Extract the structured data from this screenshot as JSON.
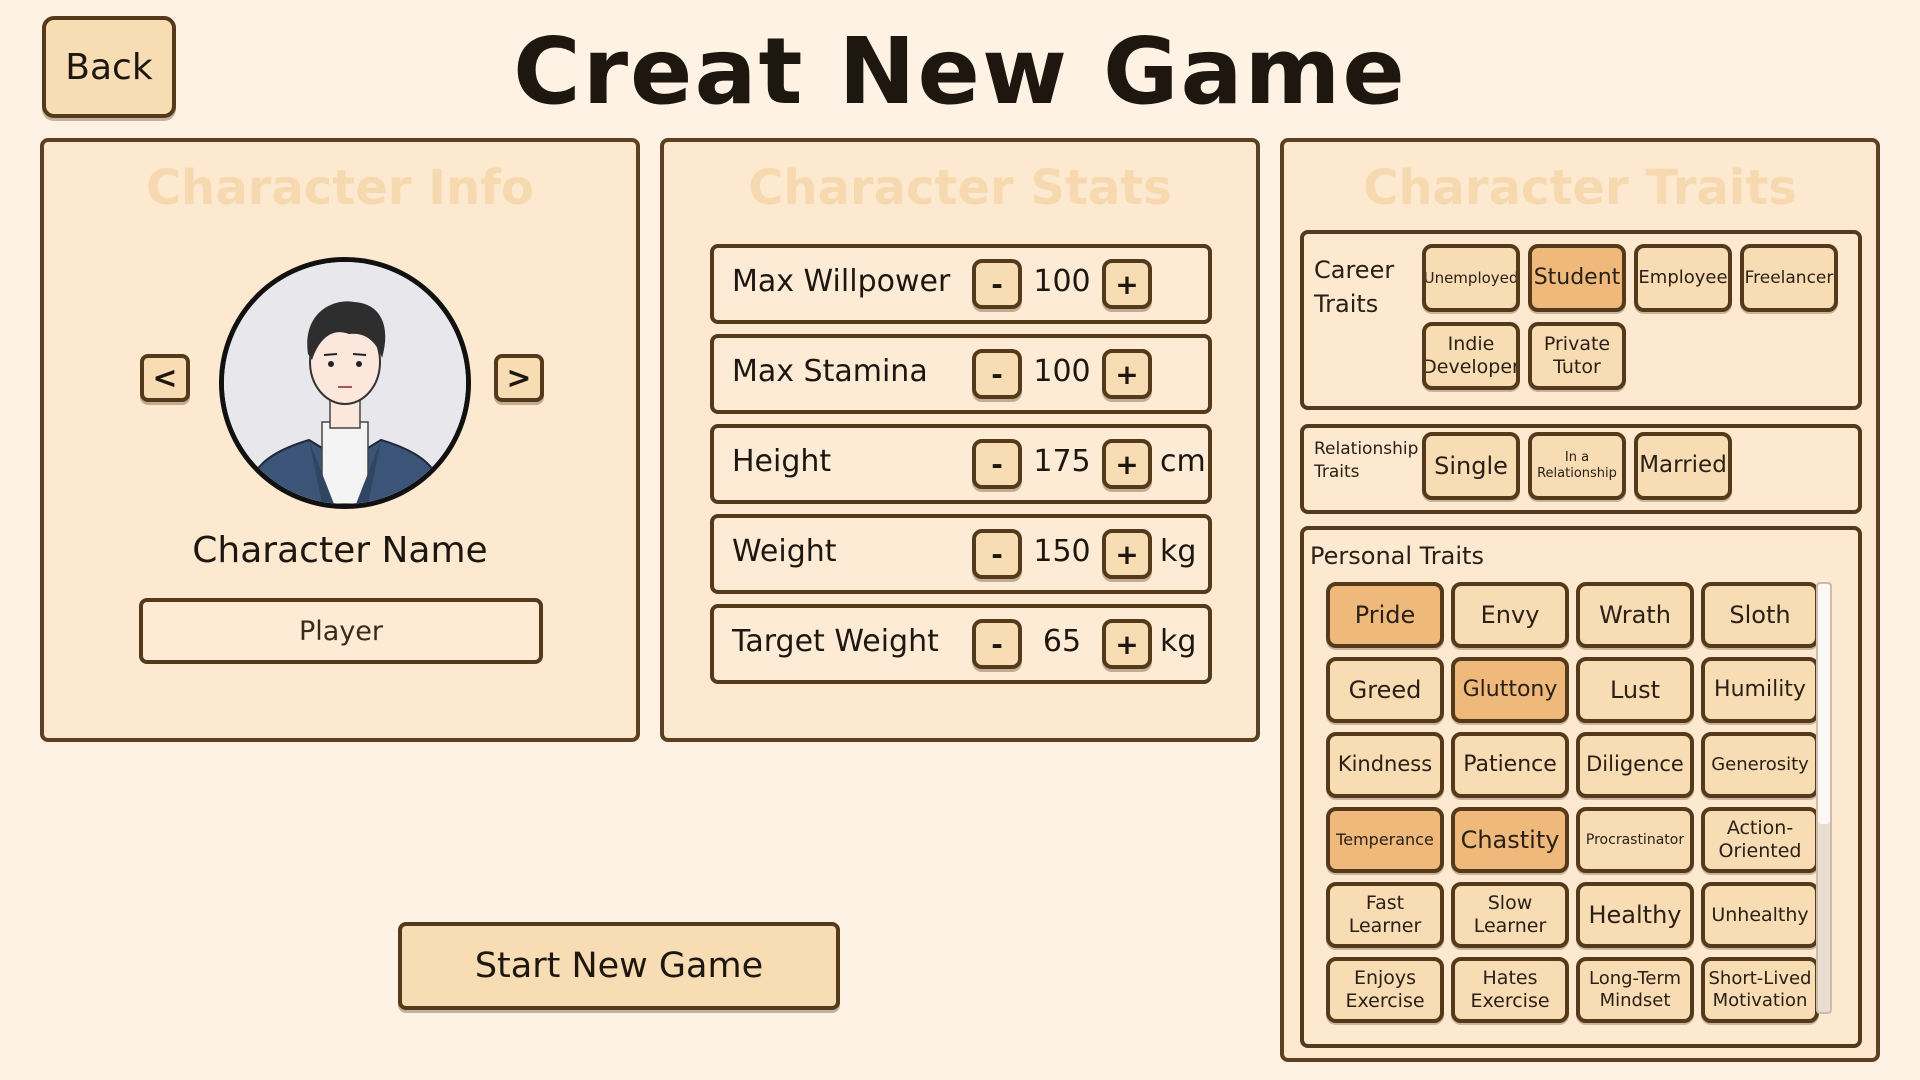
{
  "back_label": "Back",
  "title": "Creat New Game",
  "info": {
    "title": "Character Info",
    "prev": "<",
    "next": ">",
    "name_label": "Character Name",
    "name_value": "Player"
  },
  "stats": {
    "title": "Character Stats",
    "minus": "-",
    "plus": "+",
    "rows": [
      {
        "label": "Max Willpower",
        "value": "100",
        "unit": ""
      },
      {
        "label": "Max Stamina",
        "value": "100",
        "unit": ""
      },
      {
        "label": "Height",
        "value": "175",
        "unit": "cm"
      },
      {
        "label": "Weight",
        "value": "150",
        "unit": "kg"
      },
      {
        "label": "Target Weight",
        "value": "65",
        "unit": "kg"
      }
    ]
  },
  "traits": {
    "title": "Character Traits",
    "career_label": "Career Traits",
    "career": [
      {
        "label": "Unemployed",
        "selected": false
      },
      {
        "label": "Student",
        "selected": true
      },
      {
        "label": "Employee",
        "selected": false
      },
      {
        "label": "Freelancer",
        "selected": false
      },
      {
        "label": "Indie Developer",
        "selected": false
      },
      {
        "label": "Private Tutor",
        "selected": false
      }
    ],
    "relationship_label": "Relationship Traits",
    "relationship": [
      {
        "label": "Single",
        "selected": false
      },
      {
        "label": "In a Relationship",
        "selected": false
      },
      {
        "label": "Married",
        "selected": false
      }
    ],
    "personal_label": "Personal Traits",
    "personal": [
      {
        "label": "Pride",
        "selected": true
      },
      {
        "label": "Envy",
        "selected": false
      },
      {
        "label": "Wrath",
        "selected": false
      },
      {
        "label": "Sloth",
        "selected": false
      },
      {
        "label": "Greed",
        "selected": false
      },
      {
        "label": "Gluttony",
        "selected": true
      },
      {
        "label": "Lust",
        "selected": false
      },
      {
        "label": "Humility",
        "selected": false
      },
      {
        "label": "Kindness",
        "selected": false
      },
      {
        "label": "Patience",
        "selected": false
      },
      {
        "label": "Diligence",
        "selected": false
      },
      {
        "label": "Generosity",
        "selected": false
      },
      {
        "label": "Temperance",
        "selected": true
      },
      {
        "label": "Chastity",
        "selected": true
      },
      {
        "label": "Procrastinator",
        "selected": false
      },
      {
        "label": "Action-Oriented",
        "selected": false
      },
      {
        "label": "Fast Learner",
        "selected": false
      },
      {
        "label": "Slow Learner",
        "selected": false
      },
      {
        "label": "Healthy",
        "selected": false
      },
      {
        "label": "Unhealthy",
        "selected": false
      },
      {
        "label": "Enjoys Exercise",
        "selected": false
      },
      {
        "label": "Hates Exercise",
        "selected": false
      },
      {
        "label": "Long-Term Mindset",
        "selected": false
      },
      {
        "label": "Short-Lived Motivation",
        "selected": false
      }
    ]
  },
  "start_label": "Start New Game",
  "colors": {
    "background": "#fdf2e4",
    "panel": "#fde8d0",
    "button": "#f8dcb4",
    "selected": "#efb97c",
    "border": "#54391a",
    "panel_title": "#f7d9b0"
  }
}
